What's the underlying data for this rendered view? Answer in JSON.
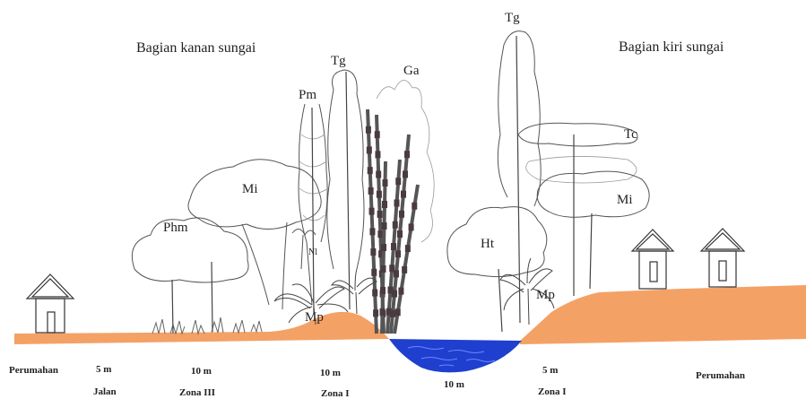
{
  "headings": {
    "right_bank": "Bagian kanan sungai",
    "left_bank": "Bagian kiri sungai"
  },
  "plant_labels": {
    "tg_1": "Tg",
    "tg_2": "Tg",
    "ga": "Ga",
    "pm": "Pm",
    "mi_1": "Mi",
    "mi_2": "Mi",
    "phm": "Phm",
    "nl": "Nl",
    "mp_1": "Mp",
    "mp_2": "Mp",
    "ht": "Ht",
    "tc": "Tc"
  },
  "bottom_labels": {
    "perumahan_left": "Perumahan",
    "jalan_width": "5 m",
    "jalan": "Jalan",
    "zona3_width": "10 m",
    "zona3": "Zona III",
    "zona1_left_width": "10 m",
    "zona1_left": "Zona I",
    "river_width": "10 m",
    "zona1_right_width": "5 m",
    "zona1_right": "Zona I",
    "perumahan_right": "Perumahan"
  },
  "colors": {
    "ground": "#f4a166",
    "water": "#1f3fcf",
    "water_light": "#6f86ff",
    "bamboo_band": "#4a3b3f"
  }
}
